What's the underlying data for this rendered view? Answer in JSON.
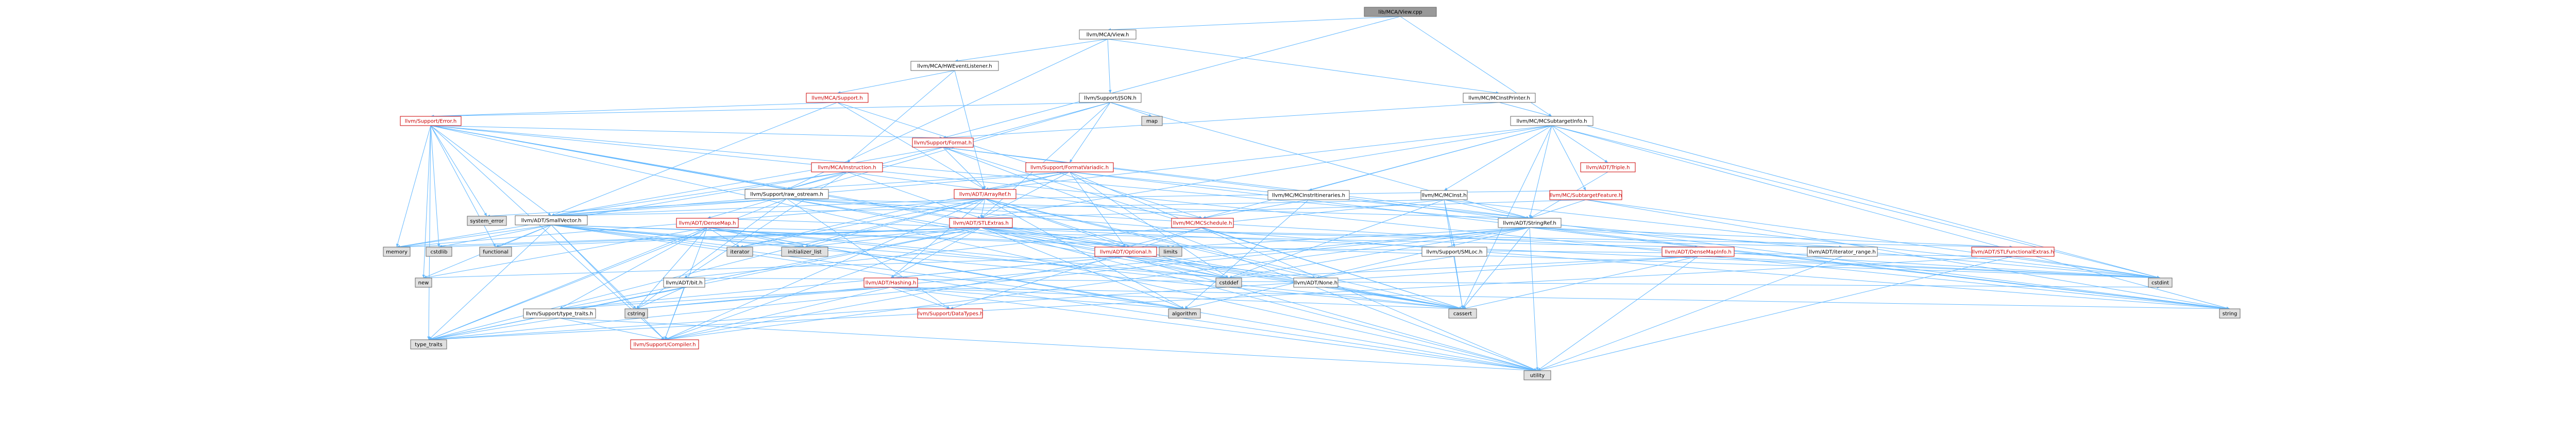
{
  "diagram": {
    "palette": {
      "root_fill": "#999999",
      "node_fill": "#ffffff",
      "system_fill": "#e0e0e0",
      "border": "#666666",
      "red_text": "#cc0000",
      "black_text": "#000000",
      "edge": "#63b8ff"
    },
    "nodes": [
      {
        "id": "root",
        "label": "lib/MCA/View.cpp",
        "kind": "root"
      },
      {
        "id": "view",
        "label": "llvm/MCA/View.h",
        "kind": "normal"
      },
      {
        "id": "mcsub",
        "label": "llvm/MC/MCSubtargetInfo.h",
        "kind": "normal"
      },
      {
        "id": "hwel",
        "label": "llvm/MCA/HWEventListener.h",
        "kind": "normal"
      },
      {
        "id": "json",
        "label": "llvm/Support/JSON.h",
        "kind": "normal"
      },
      {
        "id": "mcasup",
        "label": "llvm/MCA/Support.h",
        "kind": "incomplete"
      },
      {
        "id": "mcip",
        "label": "llvm/MC/MCInstPrinter.h",
        "kind": "normal"
      },
      {
        "id": "map",
        "label": "map",
        "kind": "system"
      },
      {
        "id": "err",
        "label": "llvm/Support/Error.h",
        "kind": "incomplete"
      },
      {
        "id": "sfmt",
        "label": "llvm/Support/Format.h",
        "kind": "incomplete"
      },
      {
        "id": "instr",
        "label": "llvm/MCA/Instruction.h",
        "kind": "incomplete"
      },
      {
        "id": "fvar",
        "label": "llvm/Support/FormatVariadic.h",
        "kind": "incomplete"
      },
      {
        "id": "triple",
        "label": "llvm/ADT/Triple.h",
        "kind": "incomplete"
      },
      {
        "id": "rawos",
        "label": "llvm/Support/raw_ostream.h",
        "kind": "normal"
      },
      {
        "id": "aref",
        "label": "llvm/ADT/ArrayRef.h",
        "kind": "incomplete"
      },
      {
        "id": "iit",
        "label": "llvm/MC/MCInstrItineraries.h",
        "kind": "normal"
      },
      {
        "id": "mcinst",
        "label": "llvm/MC/MCInst.h",
        "kind": "normal"
      },
      {
        "id": "mcstf",
        "label": "llvm/MC/SubtargetFeature.h",
        "kind": "incomplete"
      },
      {
        "id": "syserr",
        "label": "system_error",
        "kind": "system"
      },
      {
        "id": "dmap",
        "label": "llvm/ADT/DenseMap.h",
        "kind": "incomplete"
      },
      {
        "id": "svec",
        "label": "llvm/ADT/SmallVector.h",
        "kind": "normal"
      },
      {
        "id": "stlx",
        "label": "llvm/ADT/STLExtras.h",
        "kind": "incomplete"
      },
      {
        "id": "sched",
        "label": "llvm/MC/MCSchedule.h",
        "kind": "incomplete"
      },
      {
        "id": "sref",
        "label": "llvm/ADT/StringRef.h",
        "kind": "normal"
      },
      {
        "id": "memory",
        "label": "memory",
        "kind": "system"
      },
      {
        "id": "cstdlib",
        "label": "cstdlib",
        "kind": "system"
      },
      {
        "id": "functional",
        "label": "functional",
        "kind": "system"
      },
      {
        "id": "iterator",
        "label": "iterator",
        "kind": "system"
      },
      {
        "id": "initlist",
        "label": "initializer_list",
        "kind": "system"
      },
      {
        "id": "limits",
        "label": "limits",
        "kind": "system"
      },
      {
        "id": "optional",
        "label": "llvm/ADT/Optional.h",
        "kind": "incomplete"
      },
      {
        "id": "smloc",
        "label": "llvm/Support/SMLoc.h",
        "kind": "normal"
      },
      {
        "id": "dmapinfo",
        "label": "llvm/ADT/DenseMapInfo.h",
        "kind": "incomplete"
      },
      {
        "id": "itrange",
        "label": "llvm/ADT/iterator_range.h",
        "kind": "normal"
      },
      {
        "id": "stlfx",
        "label": "llvm/ADT/STLFunctionalExtras.h",
        "kind": "incomplete"
      },
      {
        "id": "new",
        "label": "new",
        "kind": "system"
      },
      {
        "id": "bitmath",
        "label": "llvm/ADT/bit.h",
        "kind": "normal"
      },
      {
        "id": "hashing",
        "label": "llvm/ADT/Hashing.h",
        "kind": "incomplete"
      },
      {
        "id": "cstddef",
        "label": "cstddef",
        "kind": "system"
      },
      {
        "id": "none",
        "label": "llvm/ADT/None.h",
        "kind": "normal"
      },
      {
        "id": "cstdint",
        "label": "cstdint",
        "kind": "system"
      },
      {
        "id": "typetraits",
        "label": "llvm/Support/type_traits.h",
        "kind": "normal"
      },
      {
        "id": "cstring",
        "label": "cstring",
        "kind": "system"
      },
      {
        "id": "dtypes",
        "label": "llvm/Support/DataTypes.h",
        "kind": "incomplete"
      },
      {
        "id": "algorithm",
        "label": "algorithm",
        "kind": "system"
      },
      {
        "id": "cassert",
        "label": "cassert",
        "kind": "system"
      },
      {
        "id": "string",
        "label": "string",
        "kind": "system"
      },
      {
        "id": "type_traits",
        "label": "type_traits",
        "kind": "system"
      },
      {
        "id": "compiler",
        "label": "llvm/Support/Compiler.h",
        "kind": "incomplete"
      },
      {
        "id": "utility",
        "label": "utility",
        "kind": "system"
      }
    ],
    "edges": [
      [
        "root",
        "view"
      ],
      [
        "root",
        "mcsub"
      ],
      [
        "root",
        "sfmt"
      ],
      [
        "view",
        "hwel"
      ],
      [
        "view",
        "json"
      ],
      [
        "view",
        "mcip"
      ],
      [
        "view",
        "rawos"
      ],
      [
        "hwel",
        "mcasup"
      ],
      [
        "hwel",
        "instr"
      ],
      [
        "hwel",
        "aref"
      ],
      [
        "mcasup",
        "err"
      ],
      [
        "mcasup",
        "svec"
      ],
      [
        "mcasup",
        "aref"
      ],
      [
        "mcasup",
        "sched"
      ],
      [
        "json",
        "err"
      ],
      [
        "json",
        "fvar"
      ],
      [
        "json",
        "map"
      ],
      [
        "json",
        "rawos"
      ],
      [
        "json",
        "dmap"
      ],
      [
        "json",
        "stlx"
      ],
      [
        "json",
        "sref"
      ],
      [
        "json",
        "cmath_dummy"
      ],
      [
        "mcip",
        "sfmt"
      ],
      [
        "mcip",
        "cstdint"
      ],
      [
        "mcsub",
        "triple"
      ],
      [
        "mcsub",
        "iit"
      ],
      [
        "mcsub",
        "mcinst"
      ],
      [
        "mcsub",
        "mcstf"
      ],
      [
        "mcsub",
        "aref"
      ],
      [
        "mcsub",
        "sched"
      ],
      [
        "mcsub",
        "sref"
      ],
      [
        "mcsub",
        "cassert"
      ],
      [
        "mcsub",
        "cstdint"
      ],
      [
        "mcsub",
        "string"
      ],
      [
        "mcsub",
        "stlx"
      ],
      [
        "err",
        "svec"
      ],
      [
        "err",
        "sfmt"
      ],
      [
        "err",
        "rawos"
      ],
      [
        "err",
        "syserr"
      ],
      [
        "err",
        "memory"
      ],
      [
        "err",
        "cstdlib"
      ],
      [
        "err",
        "functional"
      ],
      [
        "err",
        "new"
      ],
      [
        "err",
        "type_traits"
      ],
      [
        "err",
        "string"
      ],
      [
        "err",
        "utility"
      ],
      [
        "err",
        "cassert"
      ],
      [
        "err",
        "cstdint"
      ],
      [
        "err",
        "dmapinfo_dummy"
      ],
      [
        "err",
        "compiler"
      ],
      [
        "err",
        "optional"
      ],
      [
        "sfmt",
        "aref"
      ],
      [
        "sfmt",
        "sref"
      ],
      [
        "sfmt",
        "cassert"
      ],
      [
        "sfmt",
        "utility"
      ],
      [
        "sfmt",
        "string"
      ],
      [
        "sfmt",
        "svec"
      ],
      [
        "instr",
        "svec"
      ],
      [
        "instr",
        "rawos"
      ],
      [
        "instr",
        "bitmath"
      ],
      [
        "instr",
        "sched"
      ],
      [
        "instr",
        "memory"
      ],
      [
        "instr",
        "stlx"
      ],
      [
        "fvar",
        "aref"
      ],
      [
        "fvar",
        "optional"
      ],
      [
        "fvar",
        "stlx"
      ],
      [
        "fvar",
        "svec"
      ],
      [
        "fvar",
        "sref"
      ],
      [
        "fvar",
        "sfmt"
      ],
      [
        "fvar",
        "rawos"
      ],
      [
        "fvar",
        "string"
      ],
      [
        "fvar",
        "utility"
      ],
      [
        "fvar",
        "cstddef"
      ],
      [
        "fvar",
        "iterator"
      ],
      [
        "triple",
        "sref"
      ],
      [
        "rawos",
        "sref"
      ],
      [
        "rawos",
        "dtypes"
      ],
      [
        "rawos",
        "svec"
      ],
      [
        "rawos",
        "cassert"
      ],
      [
        "rawos",
        "cstddef"
      ],
      [
        "rawos",
        "cstdint"
      ],
      [
        "rawos",
        "cstring"
      ],
      [
        "rawos",
        "string"
      ],
      [
        "rawos",
        "syserr"
      ],
      [
        "rawos",
        "type_traits"
      ],
      [
        "aref",
        "svec"
      ],
      [
        "aref",
        "stlx"
      ],
      [
        "aref",
        "hashing"
      ],
      [
        "aref",
        "none"
      ],
      [
        "aref",
        "optional"
      ],
      [
        "aref",
        "compiler"
      ],
      [
        "aref",
        "algorithm"
      ],
      [
        "aref",
        "array"
      ],
      [
        "aref",
        "cassert"
      ],
      [
        "aref",
        "cstddef"
      ],
      [
        "aref",
        "initlist"
      ],
      [
        "aref",
        "iterator"
      ],
      [
        "aref",
        "memory"
      ],
      [
        "aref",
        "type_traits"
      ],
      [
        "aref",
        "vector"
      ],
      [
        "iit",
        "sched"
      ],
      [
        "iit",
        "algorithm"
      ],
      [
        "mcinst",
        "svec"
      ],
      [
        "mcinst",
        "sref"
      ],
      [
        "mcinst",
        "smloc"
      ],
      [
        "mcinst",
        "bitmath"
      ],
      [
        "mcinst",
        "cassert"
      ],
      [
        "mcinst",
        "cstddef"
      ],
      [
        "mcinst",
        "cstdint"
      ],
      [
        "mcstf",
        "aref"
      ],
      [
        "mcstf",
        "stlx"
      ],
      [
        "mcstf",
        "sref"
      ],
      [
        "mcstf",
        "cstdint"
      ],
      [
        "mcstf",
        "string"
      ],
      [
        "mcstf",
        "vector"
      ],
      [
        "dmap",
        "dmapinfo"
      ],
      [
        "dmap",
        "stlx"
      ],
      [
        "dmap",
        "typetraits"
      ],
      [
        "dmap",
        "compiler"
      ],
      [
        "dmap",
        "algorithm"
      ],
      [
        "dmap",
        "cassert"
      ],
      [
        "dmap",
        "cstddef"
      ],
      [
        "dmap",
        "cstring"
      ],
      [
        "dmap",
        "initlist"
      ],
      [
        "dmap",
        "iterator"
      ],
      [
        "dmap",
        "new"
      ],
      [
        "dmap",
        "type_traits"
      ],
      [
        "dmap",
        "utility"
      ],
      [
        "svec",
        "compiler"
      ],
      [
        "svec",
        "type_traits"
      ],
      [
        "svec",
        "algorithm"
      ],
      [
        "svec",
        "cassert"
      ],
      [
        "svec",
        "cstddef"
      ],
      [
        "svec",
        "cstdlib"
      ],
      [
        "svec",
        "cstring"
      ],
      [
        "svec",
        "functional"
      ],
      [
        "svec",
        "initlist"
      ],
      [
        "svec",
        "iterator"
      ],
      [
        "svec",
        "limits"
      ],
      [
        "svec",
        "memory"
      ],
      [
        "svec",
        "new"
      ],
      [
        "svec",
        "utility"
      ],
      [
        "svec",
        "cstdint"
      ],
      [
        "stlx",
        "hashing"
      ],
      [
        "stlx",
        "optional"
      ],
      [
        "stlx",
        "stlfx"
      ],
      [
        "stlx",
        "itrange"
      ],
      [
        "stlx",
        "typetraits"
      ],
      [
        "stlx",
        "compiler"
      ],
      [
        "stlx",
        "algorithm"
      ],
      [
        "stlx",
        "cassert"
      ],
      [
        "stlx",
        "cstddef"
      ],
      [
        "stlx",
        "cstdint"
      ],
      [
        "stlx",
        "cstdlib"
      ],
      [
        "stlx",
        "functional"
      ],
      [
        "stlx",
        "initlist"
      ],
      [
        "stlx",
        "iterator"
      ],
      [
        "stlx",
        "limits"
      ],
      [
        "stlx",
        "memory"
      ],
      [
        "stlx",
        "tuple"
      ],
      [
        "stlx",
        "type_traits"
      ],
      [
        "stlx",
        "utility"
      ],
      [
        "sched",
        "optional"
      ],
      [
        "sched",
        "dtypes"
      ],
      [
        "sched",
        "cassert"
      ],
      [
        "sref",
        "stlfx"
      ],
      [
        "sref",
        "dmapinfo"
      ],
      [
        "sref",
        "itrange"
      ],
      [
        "sref",
        "compiler"
      ],
      [
        "sref",
        "algorithm"
      ],
      [
        "sref",
        "cassert"
      ],
      [
        "sref",
        "cstddef"
      ],
      [
        "sref",
        "cstring"
      ],
      [
        "sref",
        "limits"
      ],
      [
        "sref",
        "string"
      ],
      [
        "sref",
        "type_traits"
      ],
      [
        "sref",
        "utility"
      ],
      [
        "optional",
        "hashing"
      ],
      [
        "optional",
        "none"
      ],
      [
        "optional",
        "stlfx"
      ],
      [
        "optional",
        "typetraits"
      ],
      [
        "optional",
        "compiler"
      ],
      [
        "optional",
        "cassert"
      ],
      [
        "optional",
        "new"
      ],
      [
        "optional",
        "utility"
      ],
      [
        "smloc",
        "none"
      ],
      [
        "smloc",
        "cassert"
      ],
      [
        "dmapinfo",
        "cassert"
      ],
      [
        "dmapinfo",
        "cstddef"
      ],
      [
        "dmapinfo",
        "cstdint"
      ],
      [
        "dmapinfo",
        "tuple"
      ],
      [
        "dmapinfo",
        "type_traits"
      ],
      [
        "dmapinfo",
        "utility"
      ],
      [
        "itrange",
        "utility"
      ],
      [
        "stlfx",
        "cstdint"
      ],
      [
        "stlfx",
        "type_traits"
      ],
      [
        "stlfx",
        "utility"
      ],
      [
        "bitmath",
        "compiler"
      ],
      [
        "bitmath",
        "cstdint"
      ],
      [
        "bitmath",
        "cstring"
      ],
      [
        "bitmath",
        "type_traits"
      ],
      [
        "hashing",
        "dtypes"
      ],
      [
        "hashing",
        "typetraits"
      ],
      [
        "hashing",
        "algorithm"
      ],
      [
        "hashing",
        "cassert"
      ],
      [
        "hashing",
        "cstring"
      ],
      [
        "hashing",
        "string"
      ],
      [
        "hashing",
        "tuple"
      ],
      [
        "hashing",
        "utility"
      ],
      [
        "hashing",
        "compiler"
      ],
      [
        "typetraits",
        "compiler"
      ],
      [
        "typetraits",
        "type_traits"
      ],
      [
        "typetraits",
        "utility"
      ]
    ]
  }
}
